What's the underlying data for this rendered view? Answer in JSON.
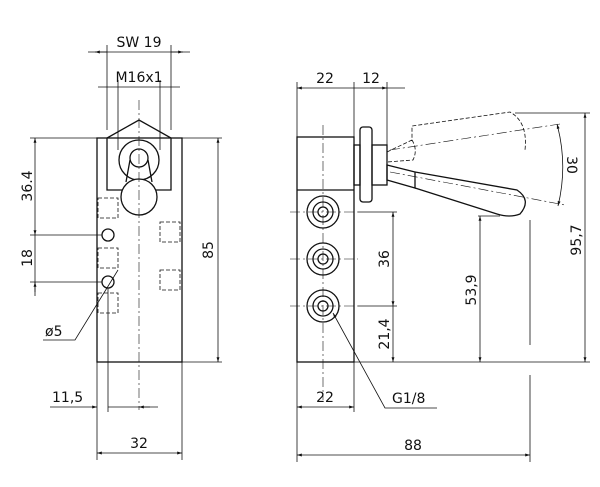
{
  "title": "Toggle lever valve dimensional drawing",
  "front_view": {
    "dims": {
      "sw": "SW 19",
      "thread": "M16x1",
      "upper": "36.4",
      "spacing": "18",
      "height": "85",
      "hole": "ø5",
      "offset": "11,5",
      "width": "32"
    }
  },
  "side_view": {
    "dims": {
      "body_depth": "22",
      "nut": "12",
      "angle": "30",
      "total_height": "95,7",
      "lever_height": "53,9",
      "port_spacing": "36",
      "port_low": "21,4",
      "port_depth": "22",
      "port_thread": "G1/8",
      "total_length": "88"
    }
  }
}
